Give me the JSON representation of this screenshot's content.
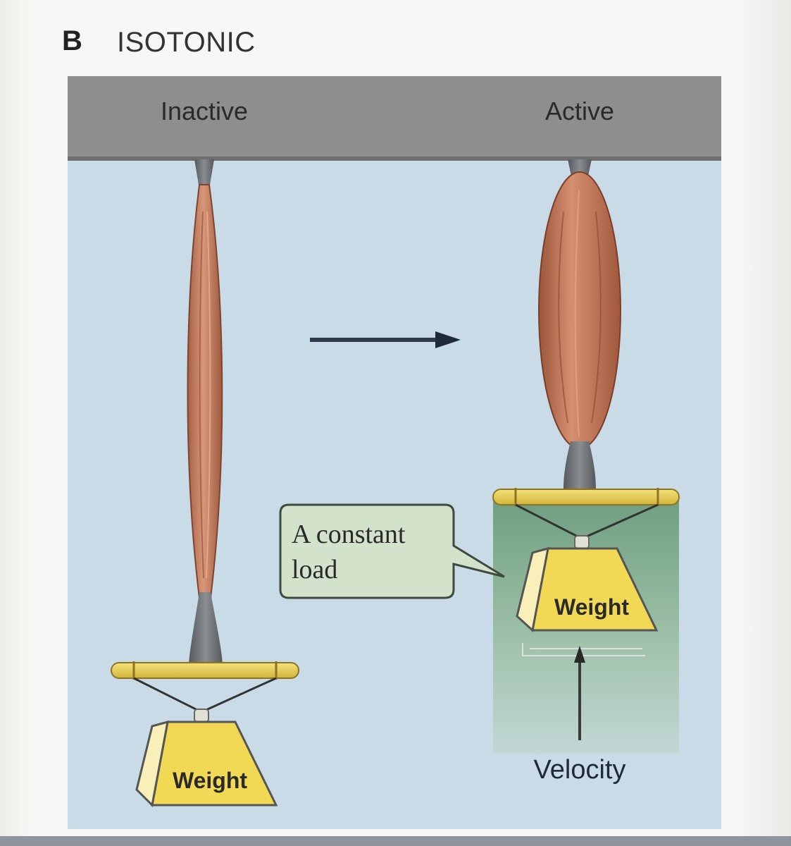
{
  "panel": {
    "letter": "B",
    "title": "ISOTONIC"
  },
  "states": {
    "inactive": "Inactive",
    "active": "Active"
  },
  "callout": {
    "line1": "A constant",
    "line2": "load"
  },
  "weights": {
    "left": "Weight",
    "right": "Weight"
  },
  "velocity_label": "Velocity",
  "colors": {
    "background_blue": "#c9dbe6",
    "ceiling_gray": "#8e8e8e",
    "muscle": "#c47a5a",
    "tendon": "#6f7276",
    "weight_yellow": "#f1d955",
    "load_green": "#7ea98e",
    "callout_fill": "#d3e2cb"
  }
}
